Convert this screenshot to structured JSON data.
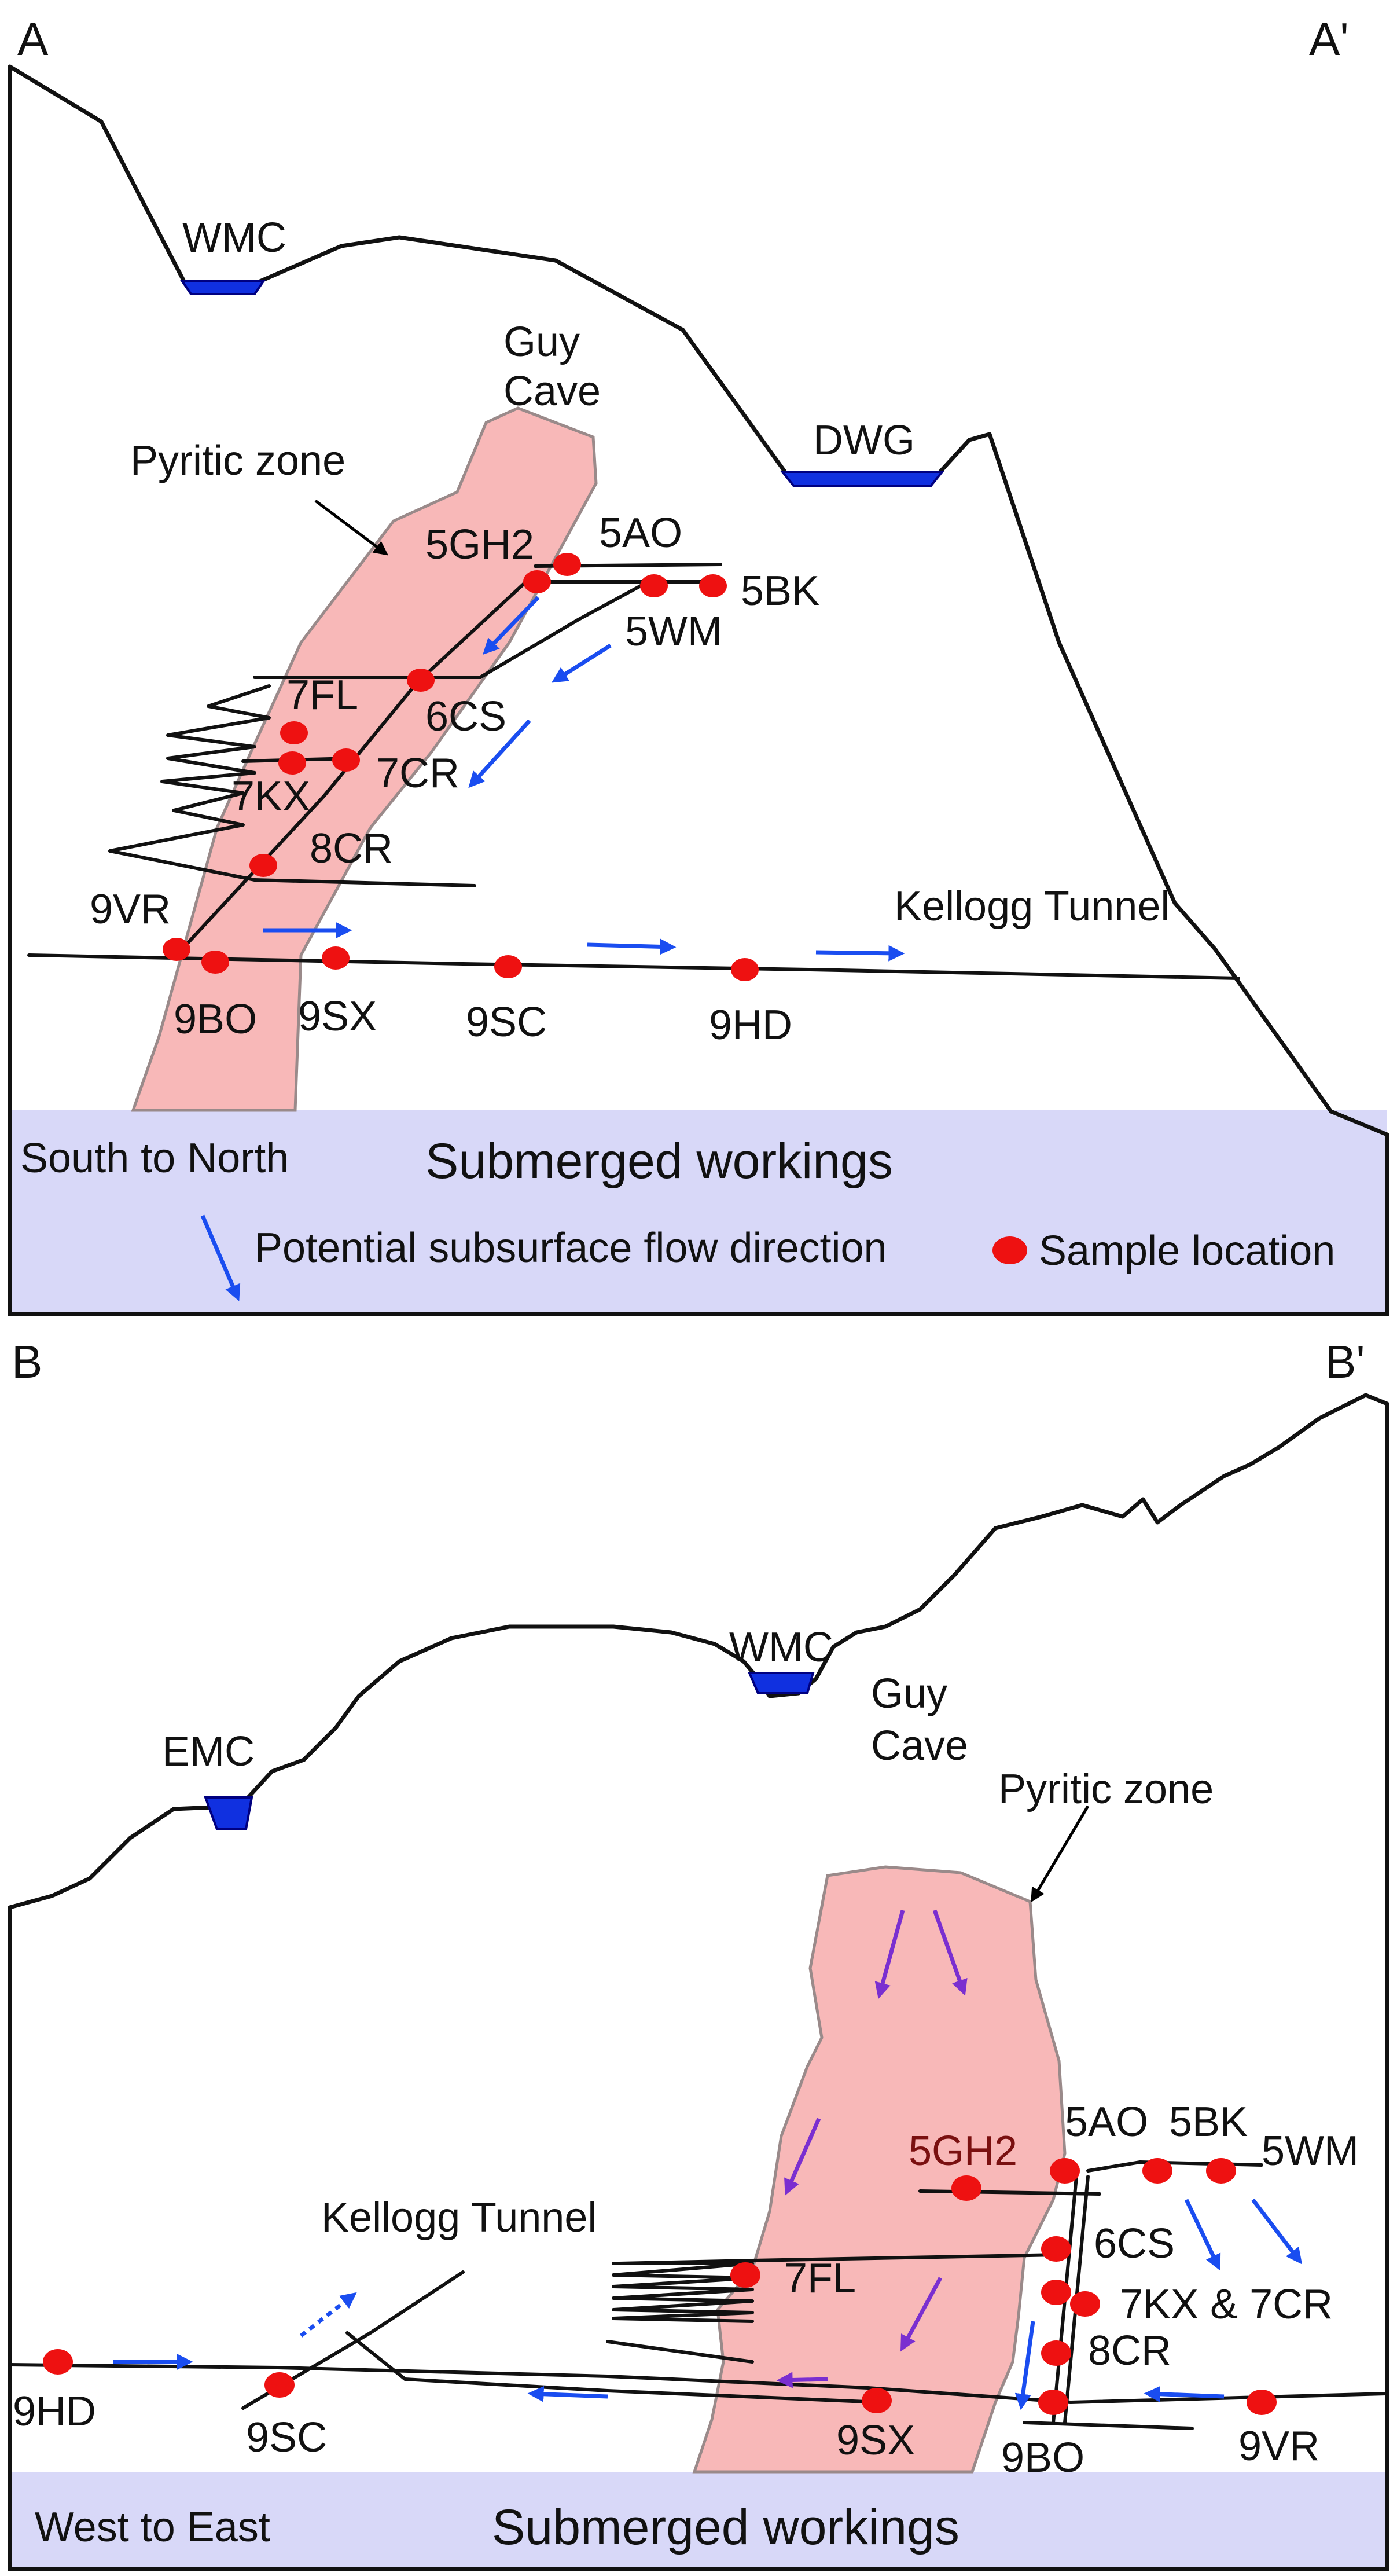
{
  "panel_a": {
    "label_start": "A",
    "label_end": "A'",
    "orientation": "South to North",
    "submerged": "Submerged workings",
    "water_bodies": {
      "wmc": "WMC",
      "dwg": "DWG"
    },
    "guy_cave": [
      "Guy",
      "Cave"
    ],
    "pyritic_zone": "Pyritic zone",
    "kellogg_tunnel": "Kellogg Tunnel",
    "samples": {
      "s5gh2": "5GH2",
      "s5ao": "5AO",
      "s5bk": "5BK",
      "s5wm": "5WM",
      "s6cs": "6CS",
      "s7fl": "7FL",
      "s7kx": "7KX",
      "s7cr": "7CR",
      "s8cr": "8CR",
      "s9vr": "9VR",
      "s9bo": "9BO",
      "s9sx": "9SX",
      "s9sc": "9SC",
      "s9hd": "9HD"
    },
    "legend": {
      "flow_label": "Potential subsurface flow direction",
      "sample_label": "Sample location",
      "flow_color": "#1a4df0",
      "sample_color": "#ee1111"
    }
  },
  "panel_b": {
    "label_start": "B",
    "label_end": "B'",
    "orientation": "West to East",
    "submerged": "Submerged workings",
    "water_bodies": {
      "emc": "EMC",
      "wmc": "WMC"
    },
    "guy_cave": [
      "Guy",
      "Cave"
    ],
    "pyritic_zone": "Pyritic zone",
    "kellogg_tunnel": "Kellogg Tunnel",
    "samples": {
      "s5gh2": "5GH2",
      "s5ao": "5AO",
      "s5bk": "5BK",
      "s5wm": "5WM",
      "s6cs": "6CS",
      "s7fl": "7FL",
      "s7kx_7cr": "7KX & 7CR",
      "s8cr": "8CR",
      "s9hd": "9HD",
      "s9sc": "9SC",
      "s9sx": "9SX",
      "s9bo": "9BO",
      "s9vr": "9VR"
    }
  },
  "colors": {
    "pyritic_zone": "#f8b8b8",
    "submerged": "#d8d8f8",
    "water": "#1030e0",
    "flow_arrow": "#1a4df0",
    "zone_flow_arrow": "#7a2fd0",
    "sample": "#ee1111"
  }
}
